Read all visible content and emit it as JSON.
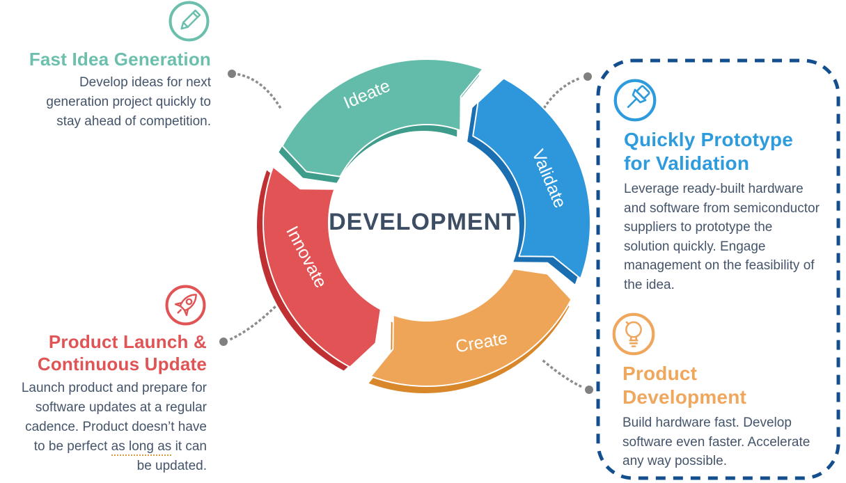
{
  "center": {
    "label": "DEVELOPMENT",
    "color": "#3D4D63"
  },
  "ring": {
    "segments": [
      {
        "id": "ideate",
        "label": "Ideate",
        "color": "#63BCAA",
        "dark": "#3E9C8B"
      },
      {
        "id": "validate",
        "label": "Validate",
        "color": "#2E96DB",
        "dark": "#1A6FB2"
      },
      {
        "id": "create",
        "label": "Create",
        "color": "#EEA558",
        "dark": "#D8872B"
      },
      {
        "id": "innovate",
        "label": "Innovate",
        "color": "#E15354",
        "dark": "#C02F31"
      }
    ],
    "label_text_color": "#FFFFFF"
  },
  "highlight_box": {
    "border_color": "#134E8E"
  },
  "leaders": {
    "color": "#8C8C8C",
    "dot_color": "#808080"
  },
  "callouts": {
    "fast_idea": {
      "icon": "pencil-icon",
      "color": "#6CBFAD",
      "title": "Fast Idea Generation",
      "body": [
        "Develop ideas for next",
        "generation project quickly to",
        "stay ahead of competition."
      ]
    },
    "prototype": {
      "icon": "pushpin-icon",
      "color": "#2E9BDC",
      "title_line1": "Quickly Prototype",
      "title_line2": "for Validation",
      "body": [
        "Leverage ready-built hardware",
        "and software from semiconductor",
        "suppliers to prototype the",
        "solution quickly. Engage",
        "management on the feasibility of",
        "the idea."
      ]
    },
    "product_dev": {
      "icon": "lightbulb-icon",
      "color": "#EFA75D",
      "title_line1": "Product",
      "title_line2": "Development",
      "body": [
        "Build hardware fast. Develop",
        "software even faster. Accelerate",
        "any way possible."
      ]
    },
    "launch": {
      "icon": "rocket-icon",
      "color": "#E05456",
      "title_line1": "Product Launch &",
      "title_line2": "Continuous Update",
      "body": [
        "Launch product and prepare for",
        "software updates at a regular",
        "cadence. Product doesn’t have"
      ],
      "line4_pre": "to be perfect ",
      "line4_mark": "as long as",
      "line4_post": " it can",
      "line5": "be updated."
    }
  }
}
